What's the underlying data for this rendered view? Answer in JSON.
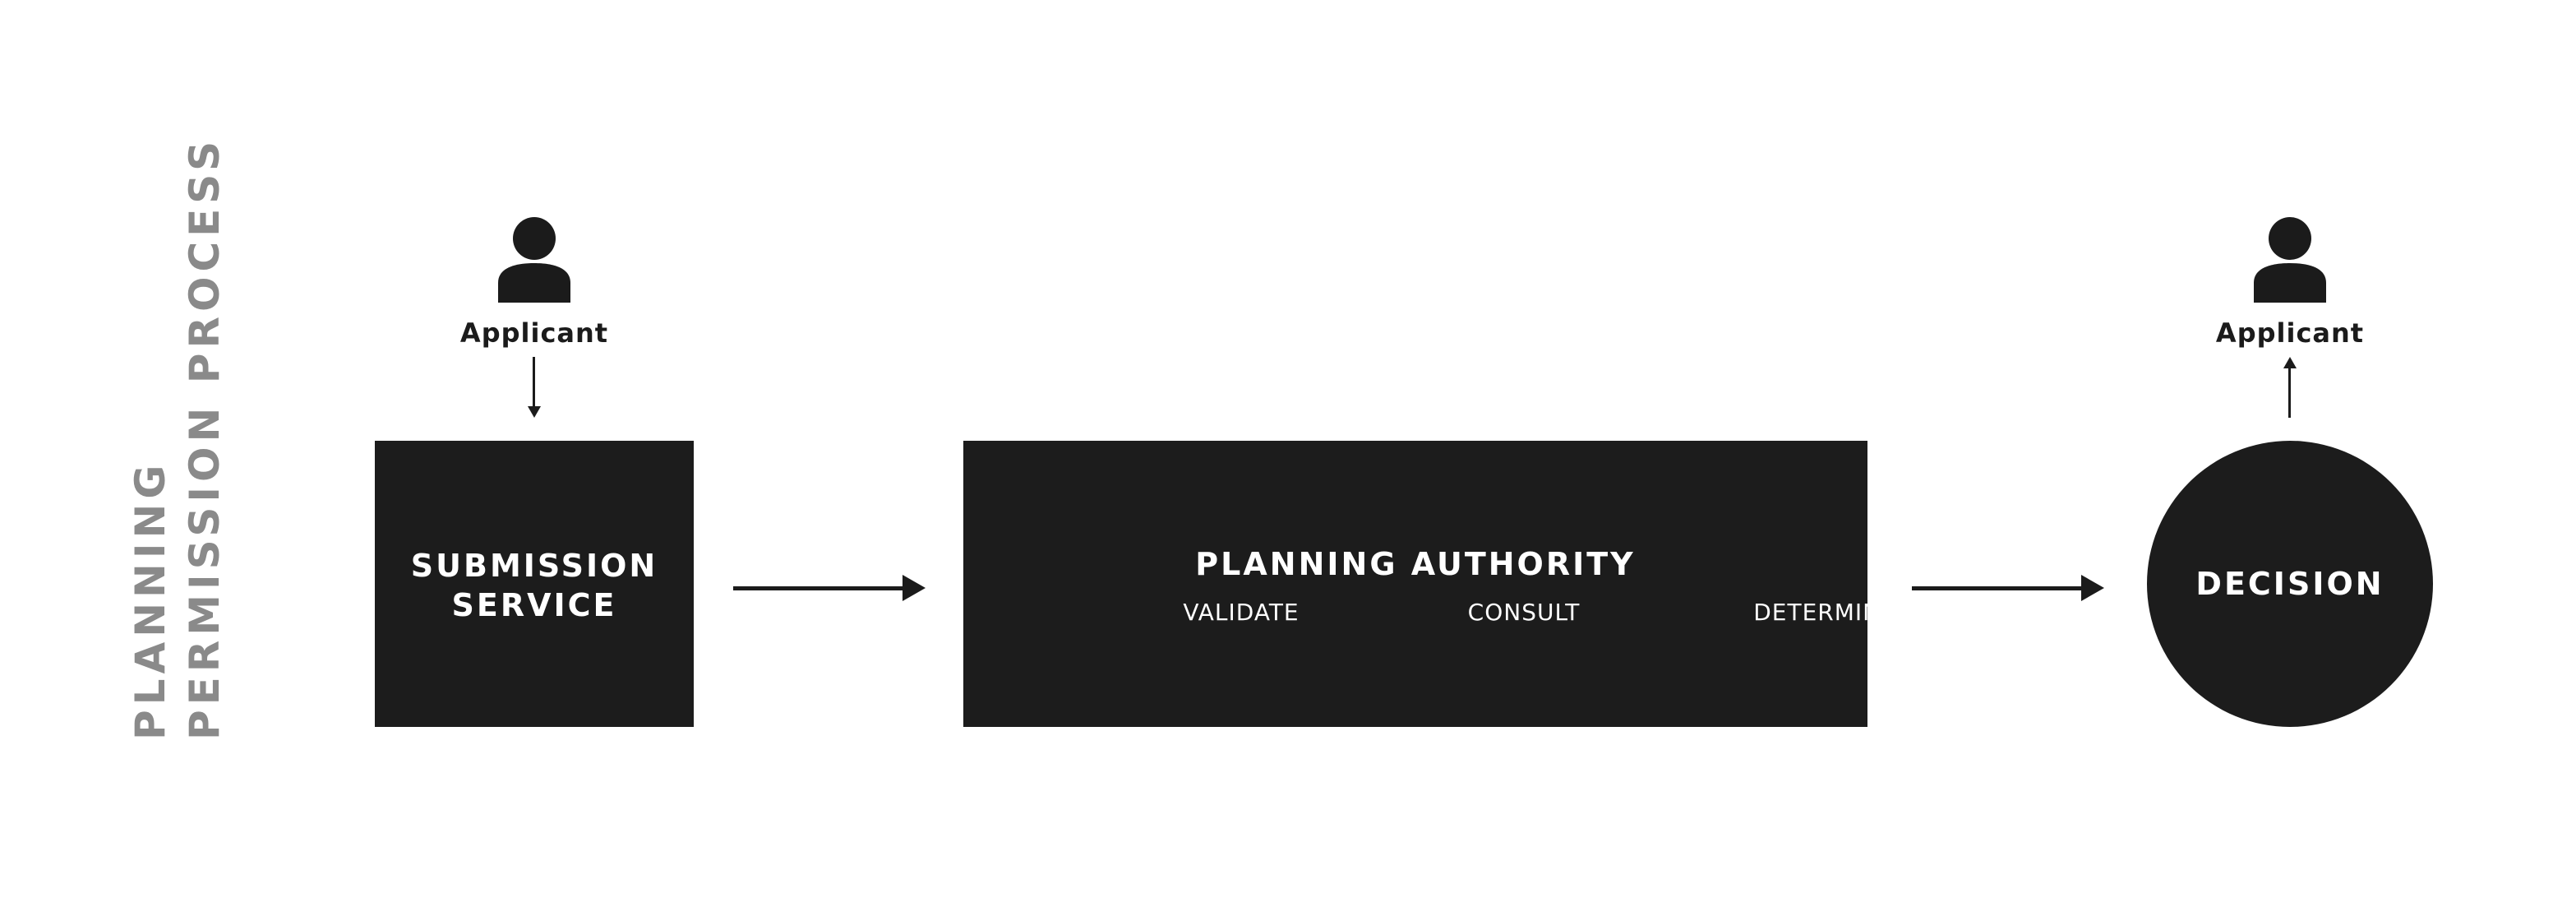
{
  "diagram": {
    "side_title_line1": "PLANNING",
    "side_title_line2": "PERMISSION PROCESS",
    "applicant_in": {
      "label": "Applicant",
      "icon": "person-icon"
    },
    "submission": {
      "line1": "SUBMISSION",
      "line2": "SERVICE"
    },
    "authority": {
      "title": "PLANNING AUTHORITY",
      "steps": [
        "VALIDATE",
        "CONSULT",
        "DETERMINE"
      ]
    },
    "decision": {
      "label": "DECISION"
    },
    "applicant_out": {
      "label": "Applicant",
      "icon": "person-icon"
    },
    "colors": {
      "fill": "#1c1c1c",
      "text_on_fill": "#ffffff",
      "side_title": "#8a8a8a",
      "background": "#ffffff"
    }
  }
}
